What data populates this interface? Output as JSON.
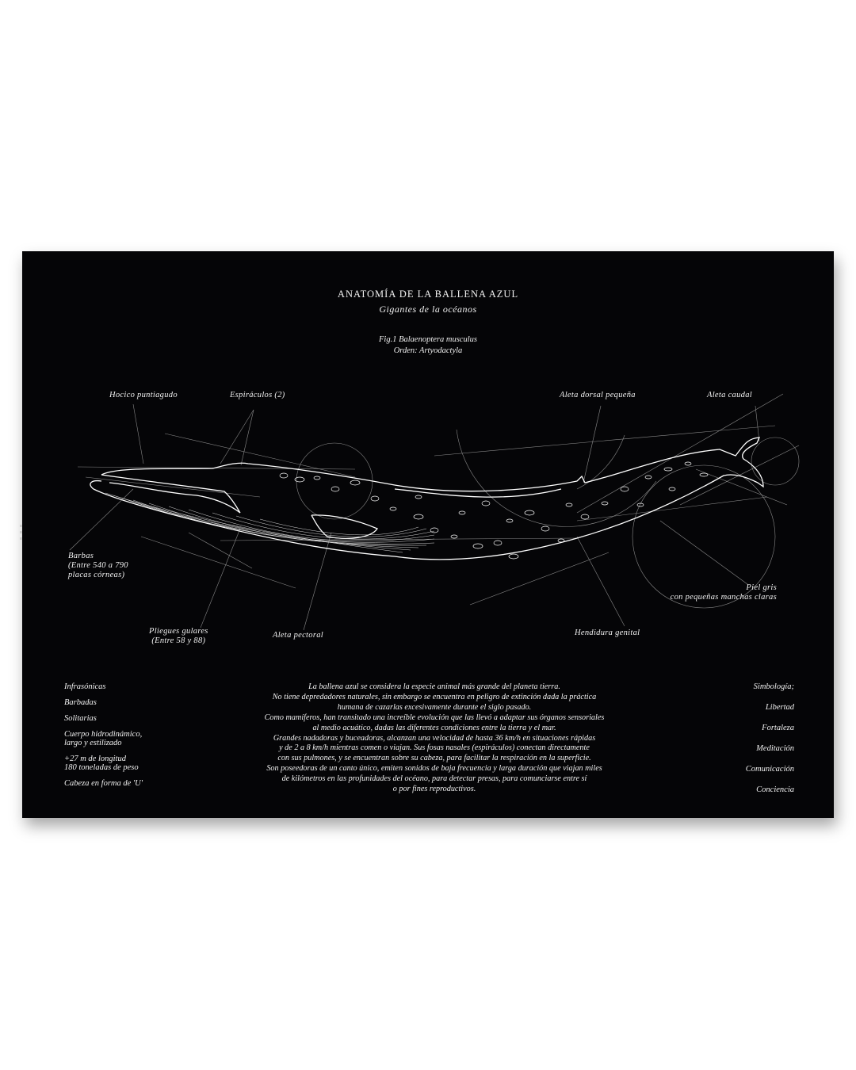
{
  "poster": {
    "title": "ANATOMÍA DE LA BALLENA AZUL",
    "subtitle": "Gigantes de la océanos",
    "figure": "Fig.1 Balaenoptera musculus",
    "order": "Orden: Artyodactyla",
    "background_color": "#050507",
    "line_color": "#ffffff"
  },
  "labels": {
    "hocico": "Hocico puntiagudo",
    "espiraculos": "Espiráculos (2)",
    "aleta_dorsal": "Aleta dorsal pequeña",
    "aleta_caudal": "Aleta caudal",
    "barbas": "Barbas\n(Entre 540 a 790\nplacas córneas)",
    "pliegues": "Pliegues gulares\n(Entre 58 y 88)",
    "aleta_pectoral": "Aleta pectoral",
    "hendidura": "Hendidura genital",
    "piel": "Piel gris\ncon pequeñas manchas claras"
  },
  "traits": [
    "Infrasónicas",
    "Barbadas",
    "Solitarias",
    "Cuerpo hidrodinámico,\nlargo y estilizado",
    "+27 m de longitud\n180 toneladas de peso",
    "Cabeza en forma de 'U'"
  ],
  "description": [
    "La ballena azul se considera la especie animal más grande del planeta tierra.",
    "No tiene depredadores naturales, sin embargo se encuentra en peligro de extinción dada la práctica",
    "humana de cazarlas excesivamente durante el siglo pasado.",
    "Como mamíferos, han transitado una increíble evolución que las llevó a adaptar sus órganos sensoriales",
    "al medio acuático, dadas las diferentes condiciones entre la tierra y el mar.",
    "Grandes nadadoras y buceadoras, alcanzan una velocidad de hasta 36 km/h en situaciones rápidas",
    "y de 2 a 8 km/h mientras comen o viajan. Sus fosas nasales (espiráculos) conectan directamente",
    "con sus pulmones, y se encuentran sobre su cabeza, para facilitar la respiración en la superficie.",
    "Son poseedoras de un canto único, emiten sonidos de baja frecuencia y larga duración que viajan miles",
    "de kilómetros en las profunidades del océano, para detectar presas, para comunciarse entre sí",
    "o por fines reproductivos."
  ],
  "symbology": {
    "heading": "Simbología;",
    "items": [
      "Libertad",
      "Fortaleza",
      "Meditación",
      "Comunicación",
      "Conciencia"
    ]
  }
}
